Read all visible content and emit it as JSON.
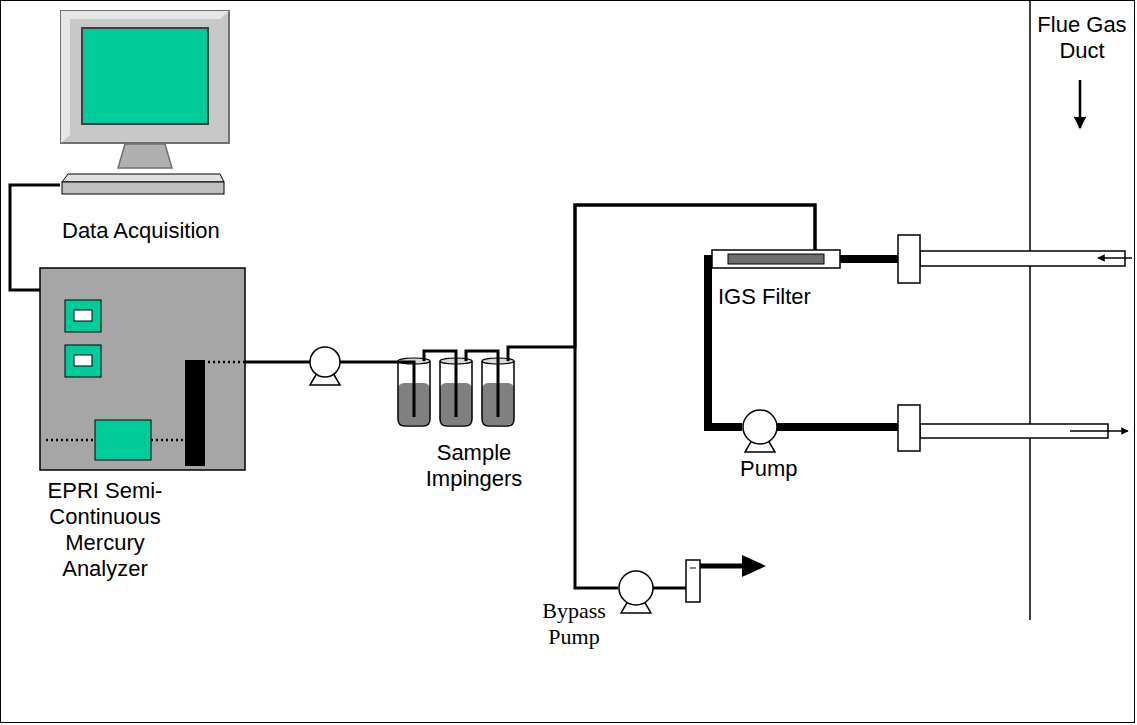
{
  "diagram": {
    "nodes": [
      {
        "text": [
          "Data Acquisition"
        ]
      },
      {
        "text": [
          "EPRI Semi- Continuous Mercury Analyzer"
        ]
      },
      {
        "text": [
          "Sample Impingers"
        ]
      },
      {
        "text": [
          "IGS Filter"
        ]
      },
      {
        "text": [
          "Pump"
        ]
      },
      {
        "text": [
          "Bypass Pump"
        ]
      }
    ],
    "edges": [
      {
        "from": 0,
        "to": 1,
        "arrow": "none"
      },
      {
        "from": 1,
        "to": 2,
        "arrow": "none"
      },
      {
        "from": 3,
        "to": 2,
        "arrow": "none"
      },
      {
        "from": 3,
        "to": 5,
        "arrow": "none"
      },
      {
        "from": 3,
        "to": 4,
        "arrow": "none"
      }
    ],
    "labels": [
      "Flue Gas Duct"
    ]
  }
}
